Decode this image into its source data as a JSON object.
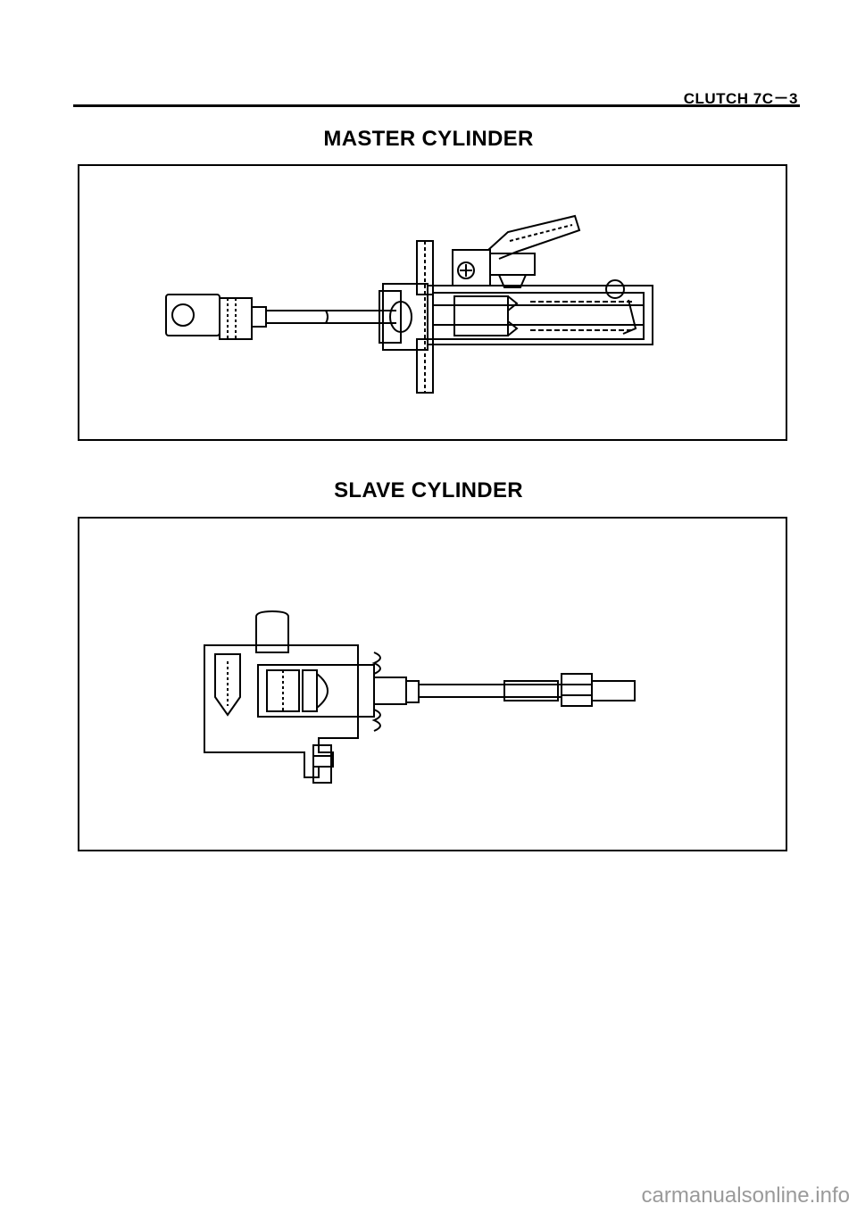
{
  "header": {
    "section": "CLUTCH 7C－3"
  },
  "figures": [
    {
      "title": "MASTER CYLINDER",
      "icon": "master-cylinder-cutaway"
    },
    {
      "title": "SLAVE CYLINDER",
      "icon": "slave-cylinder-cutaway"
    }
  ],
  "watermark": "carmanualsonline.info"
}
